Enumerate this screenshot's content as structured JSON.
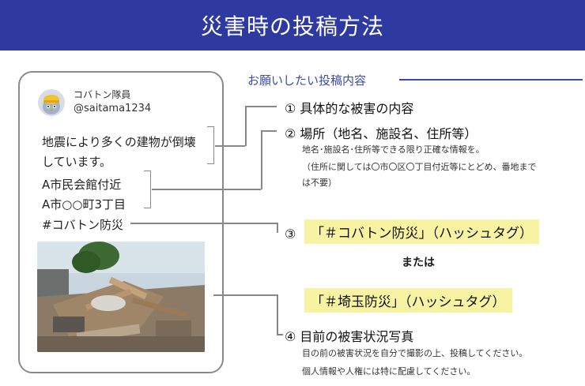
{
  "header": {
    "title": "災害時の投稿方法"
  },
  "post": {
    "user_name": "コバトン隊員",
    "handle": "@saitama1234",
    "body_line1": "地震により多くの建物が倒壊",
    "body_line2": "しています。",
    "place_line1": "A市民会館付近",
    "place_line2": "A市○○町3丁目",
    "hashtag": "#コバトン防災",
    "avatar_icon": "kobaton-mascot-icon",
    "photo_icon": "collapsed-building-photo"
  },
  "instructions": {
    "heading": "お願いしたい投稿内容",
    "item1_title": "① 具体的な被害の内容",
    "item2_title": "② 場所（地名、施設名、住所等）",
    "item2_sub1": "地名･施設名･住所等できる限り正確な情報を。",
    "item2_sub2": "（住所に関しては〇市〇区〇丁目付近等にとどめ、番地まで",
    "item2_sub3": "は不要）",
    "item3_prefix": "③",
    "item3_tag": "「＃コバトン防災」（ハッシュタグ）",
    "or_text": "または",
    "alt_tag": "「＃埼玉防災」（ハッシュタグ）",
    "item4_title": "④ 目前の被害状況写真",
    "item4_sub1": "目の前の被害状況を自分で撮影の上、投稿してください。",
    "item4_sub2": "個人情報や人権には特に配慮してください。"
  },
  "colors": {
    "header": "#2e3aa0",
    "accent": "#3a4aa8",
    "highlight": "#f8f3a2"
  }
}
